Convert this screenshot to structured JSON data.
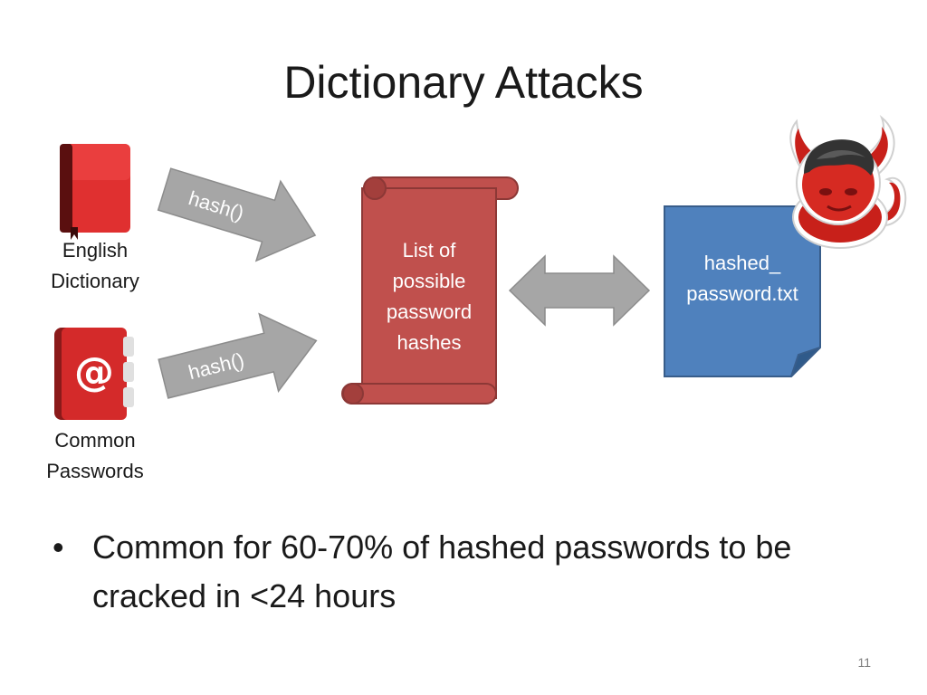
{
  "slide": {
    "title": "Dictionary Attacks",
    "page_number": "11"
  },
  "sources": {
    "english_dictionary": {
      "line1": "English",
      "line2": "Dictionary",
      "icon": "red-book-icon"
    },
    "common_passwords": {
      "line1": "Common",
      "line2": "Passwords",
      "icon": "address-book-icon"
    }
  },
  "arrows": {
    "top_label": "hash()",
    "bottom_label": "hash()"
  },
  "scroll": {
    "line1": "List of",
    "line2": "possible",
    "line3": "password",
    "line4": "hashes"
  },
  "file": {
    "line1": "hashed_",
    "line2": "password.txt"
  },
  "attacker": {
    "icon": "devil-icon"
  },
  "bullet": {
    "symbol": "•",
    "text": "Common for 60-70% of hashed passwords to be cracked in <24 hours"
  },
  "colors": {
    "book_red": "#d42a2a",
    "scroll_red": "#c0504d",
    "file_blue": "#4f81bd",
    "arrow_gray": "#a6a6a6"
  }
}
